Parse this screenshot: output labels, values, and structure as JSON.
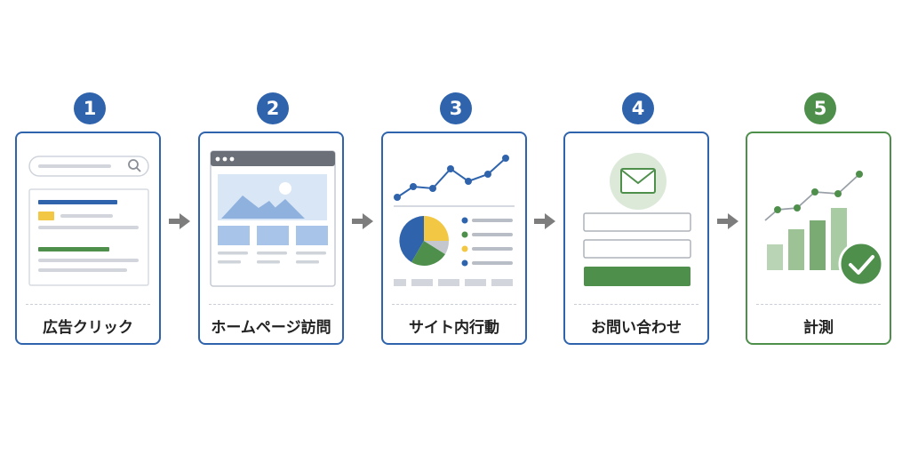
{
  "steps": [
    {
      "number": "1",
      "label": "広告クリック",
      "icon": "search-ad-icon"
    },
    {
      "number": "2",
      "label": "ホームページ訪問",
      "icon": "webpage-icon"
    },
    {
      "number": "3",
      "label": "サイト内行動",
      "icon": "analytics-dashboard-icon"
    },
    {
      "number": "4",
      "label": "お問い合わせ",
      "icon": "contact-form-icon"
    },
    {
      "number": "5",
      "label": "計測",
      "icon": "growth-chart-check-icon"
    }
  ],
  "colors": {
    "blue": "#2f64ad",
    "green": "#4f8f4c",
    "yellow": "#f2c744",
    "arrow": "#7d7d7d"
  }
}
